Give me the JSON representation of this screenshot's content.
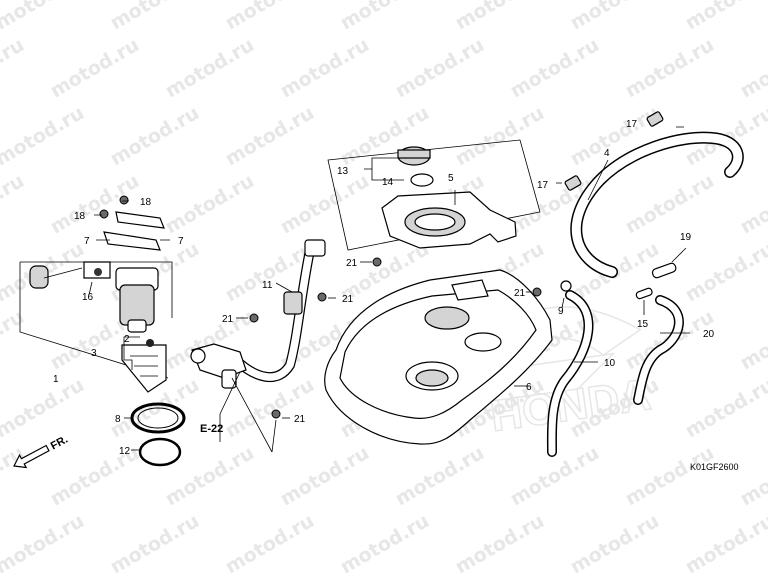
{
  "watermark": {
    "text": "motod.ru"
  },
  "brand_mark": {
    "text": "HONDA"
  },
  "diagram_code": "K01GF2600",
  "front_arrow": {
    "label": "FR."
  },
  "reference": {
    "label": "E-22"
  },
  "callouts": [
    {
      "id": "c1",
      "text": "1"
    },
    {
      "id": "c2",
      "text": "2"
    },
    {
      "id": "c3",
      "text": "3"
    },
    {
      "id": "c4",
      "text": "4"
    },
    {
      "id": "c5",
      "text": "5"
    },
    {
      "id": "c6",
      "text": "6"
    },
    {
      "id": "c7a",
      "text": "7"
    },
    {
      "id": "c7b",
      "text": "7"
    },
    {
      "id": "c8",
      "text": "8"
    },
    {
      "id": "c9",
      "text": "9"
    },
    {
      "id": "c10",
      "text": "10"
    },
    {
      "id": "c11",
      "text": "11"
    },
    {
      "id": "c12",
      "text": "12"
    },
    {
      "id": "c13",
      "text": "13"
    },
    {
      "id": "c14",
      "text": "14"
    },
    {
      "id": "c15",
      "text": "15"
    },
    {
      "id": "c16",
      "text": "16"
    },
    {
      "id": "c17a",
      "text": "17"
    },
    {
      "id": "c17b",
      "text": "17"
    },
    {
      "id": "c18a",
      "text": "18"
    },
    {
      "id": "c18b",
      "text": "18"
    },
    {
      "id": "c19",
      "text": "19"
    },
    {
      "id": "c20",
      "text": "20"
    },
    {
      "id": "c21a",
      "text": "21"
    },
    {
      "id": "c21b",
      "text": "21"
    },
    {
      "id": "c21c",
      "text": "21"
    },
    {
      "id": "c21d",
      "text": "21"
    },
    {
      "id": "c21e",
      "text": "21"
    }
  ]
}
